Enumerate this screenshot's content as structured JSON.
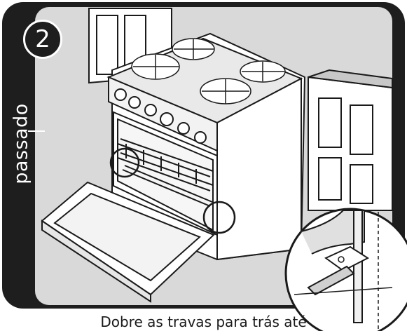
{
  "step": {
    "number": "2",
    "label": "passado"
  },
  "caption": "Dobre as travas para trás até",
  "colors": {
    "frame": "#1e1e1e",
    "background": "#d9d9d9",
    "line": "#1a1a1a",
    "fill": "#ffffff"
  },
  "icons": [
    "range-oven-illustration",
    "rack-latch-detail"
  ]
}
